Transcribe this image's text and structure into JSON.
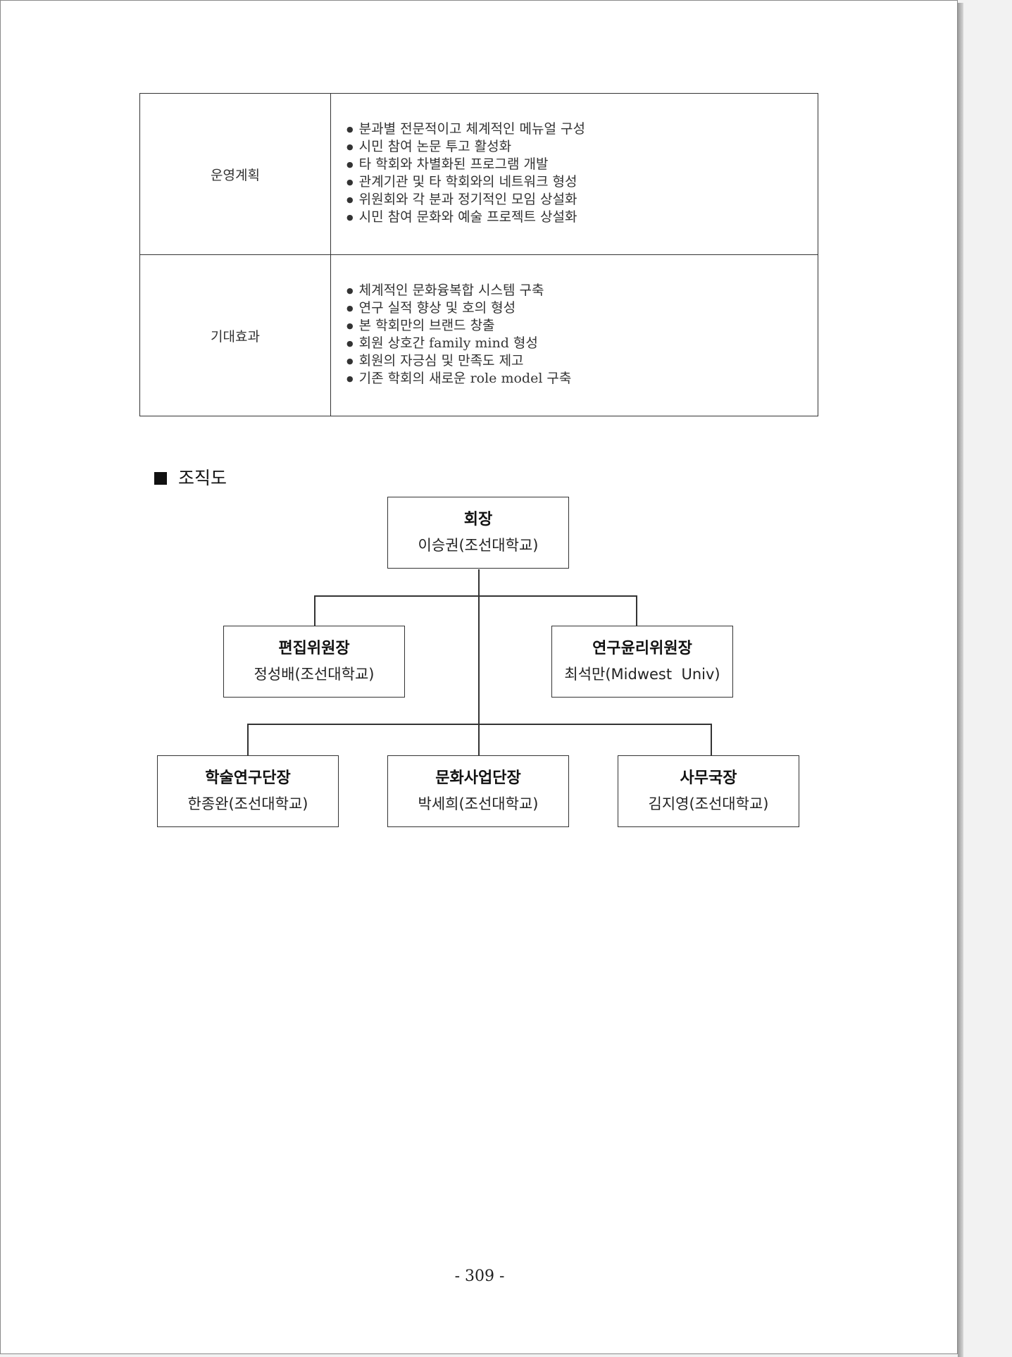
{
  "table": {
    "rows": [
      {
        "label": "운영계획",
        "items": [
          "분과별 전문적이고 체계적인 메뉴얼 구성",
          "시민 참여 논문 투고 활성화",
          "타 학회와 차별화된 프로그램 개발",
          "관계기관 및 타 학회와의 네트워크 형성",
          "위원회와 각 분과 정기적인 모임 상설화",
          "시민 참여 문화와 예술 프로젝트 상설화"
        ]
      },
      {
        "label": "기대효과",
        "items": [
          "체계적인 문화융복합 시스템 구축",
          "연구 실적 향상 및 호의 형성",
          "본 학회만의 브랜드 창출",
          "회원 상호간 family mind 형성",
          "회원의 자긍심 및 만족도 제고",
          "기존 학회의 새로운 role model 구축"
        ]
      }
    ]
  },
  "section_title": "조직도",
  "org": {
    "president": {
      "role": "회장",
      "name": "이승권(조선대학교)"
    },
    "editor": {
      "role": "편집위원장",
      "name": "정성배(조선대학교)"
    },
    "ethics": {
      "role": "연구윤리위원장",
      "name": "최석만(Midwest  Univ)"
    },
    "research": {
      "role": "학술연구단장",
      "name": "한종완(조선대학교)"
    },
    "culture": {
      "role": "문화사업단장",
      "name": "박세희(조선대학교)"
    },
    "office": {
      "role": "사무국장",
      "name": "김지영(조선대학교)"
    }
  },
  "page_number": "- 309 -"
}
